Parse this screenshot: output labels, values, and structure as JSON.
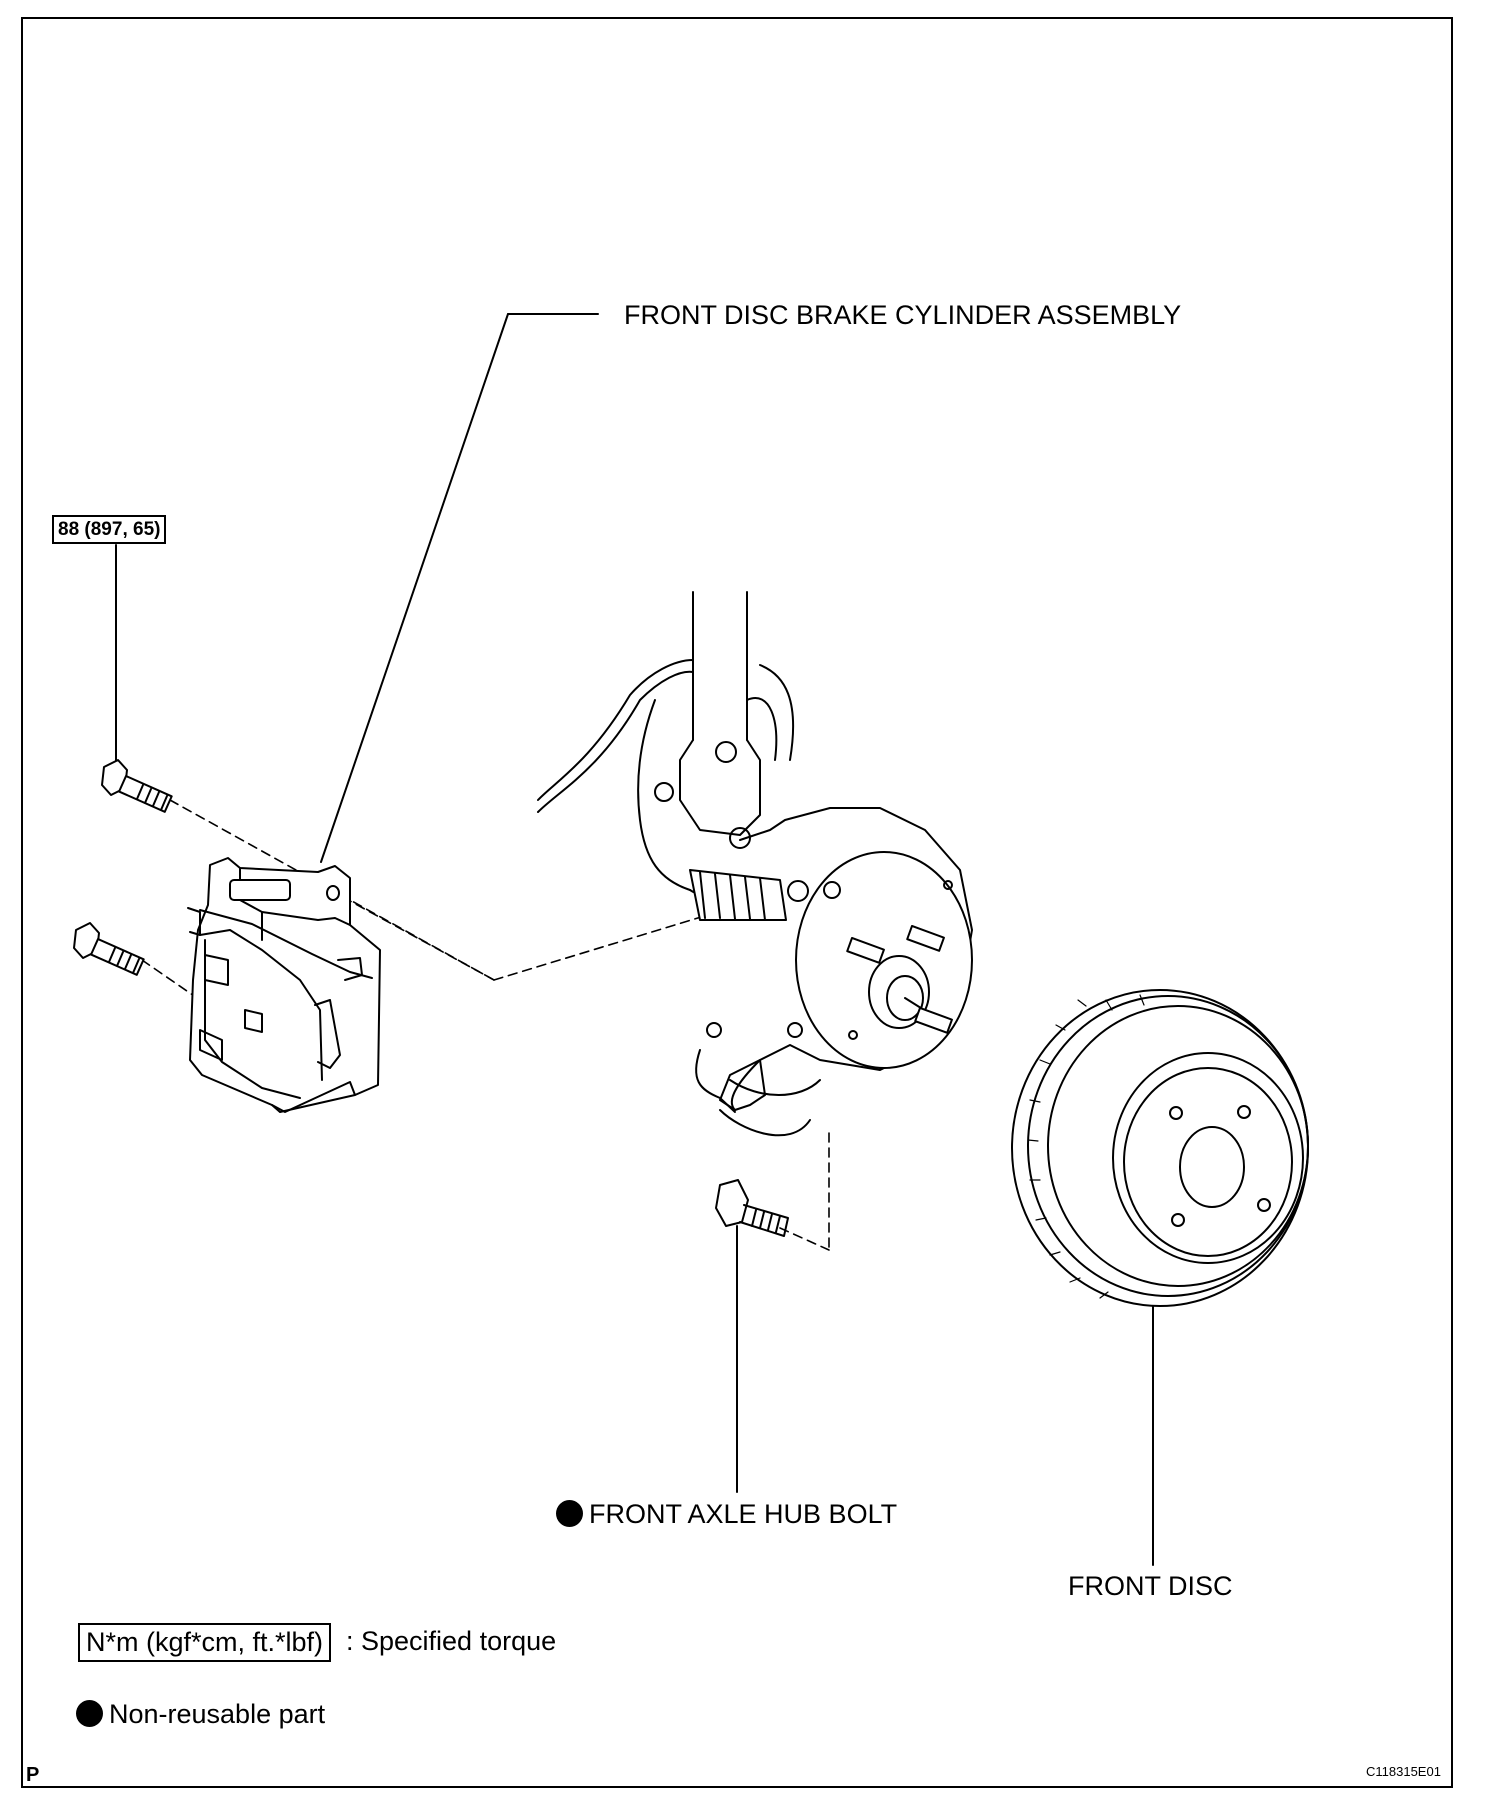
{
  "labels": {
    "cylinder_assembly": "FRONT DISC BRAKE CYLINDER ASSEMBLY",
    "hub_bolt": "FRONT AXLE HUB BOLT",
    "front_disc": "FRONT DISC",
    "torque_value": "88 (897, 65)"
  },
  "legend": {
    "torque_units": "N*m (kgf*cm, ft.*lbf)",
    "torque_desc": ": Specified torque",
    "nonreusable_desc": "Non-reusable part"
  },
  "footer": {
    "corner_letter": "P",
    "figure_id": "C118315E01"
  },
  "icons": {
    "nonreusable": "filled-circle-icon"
  }
}
